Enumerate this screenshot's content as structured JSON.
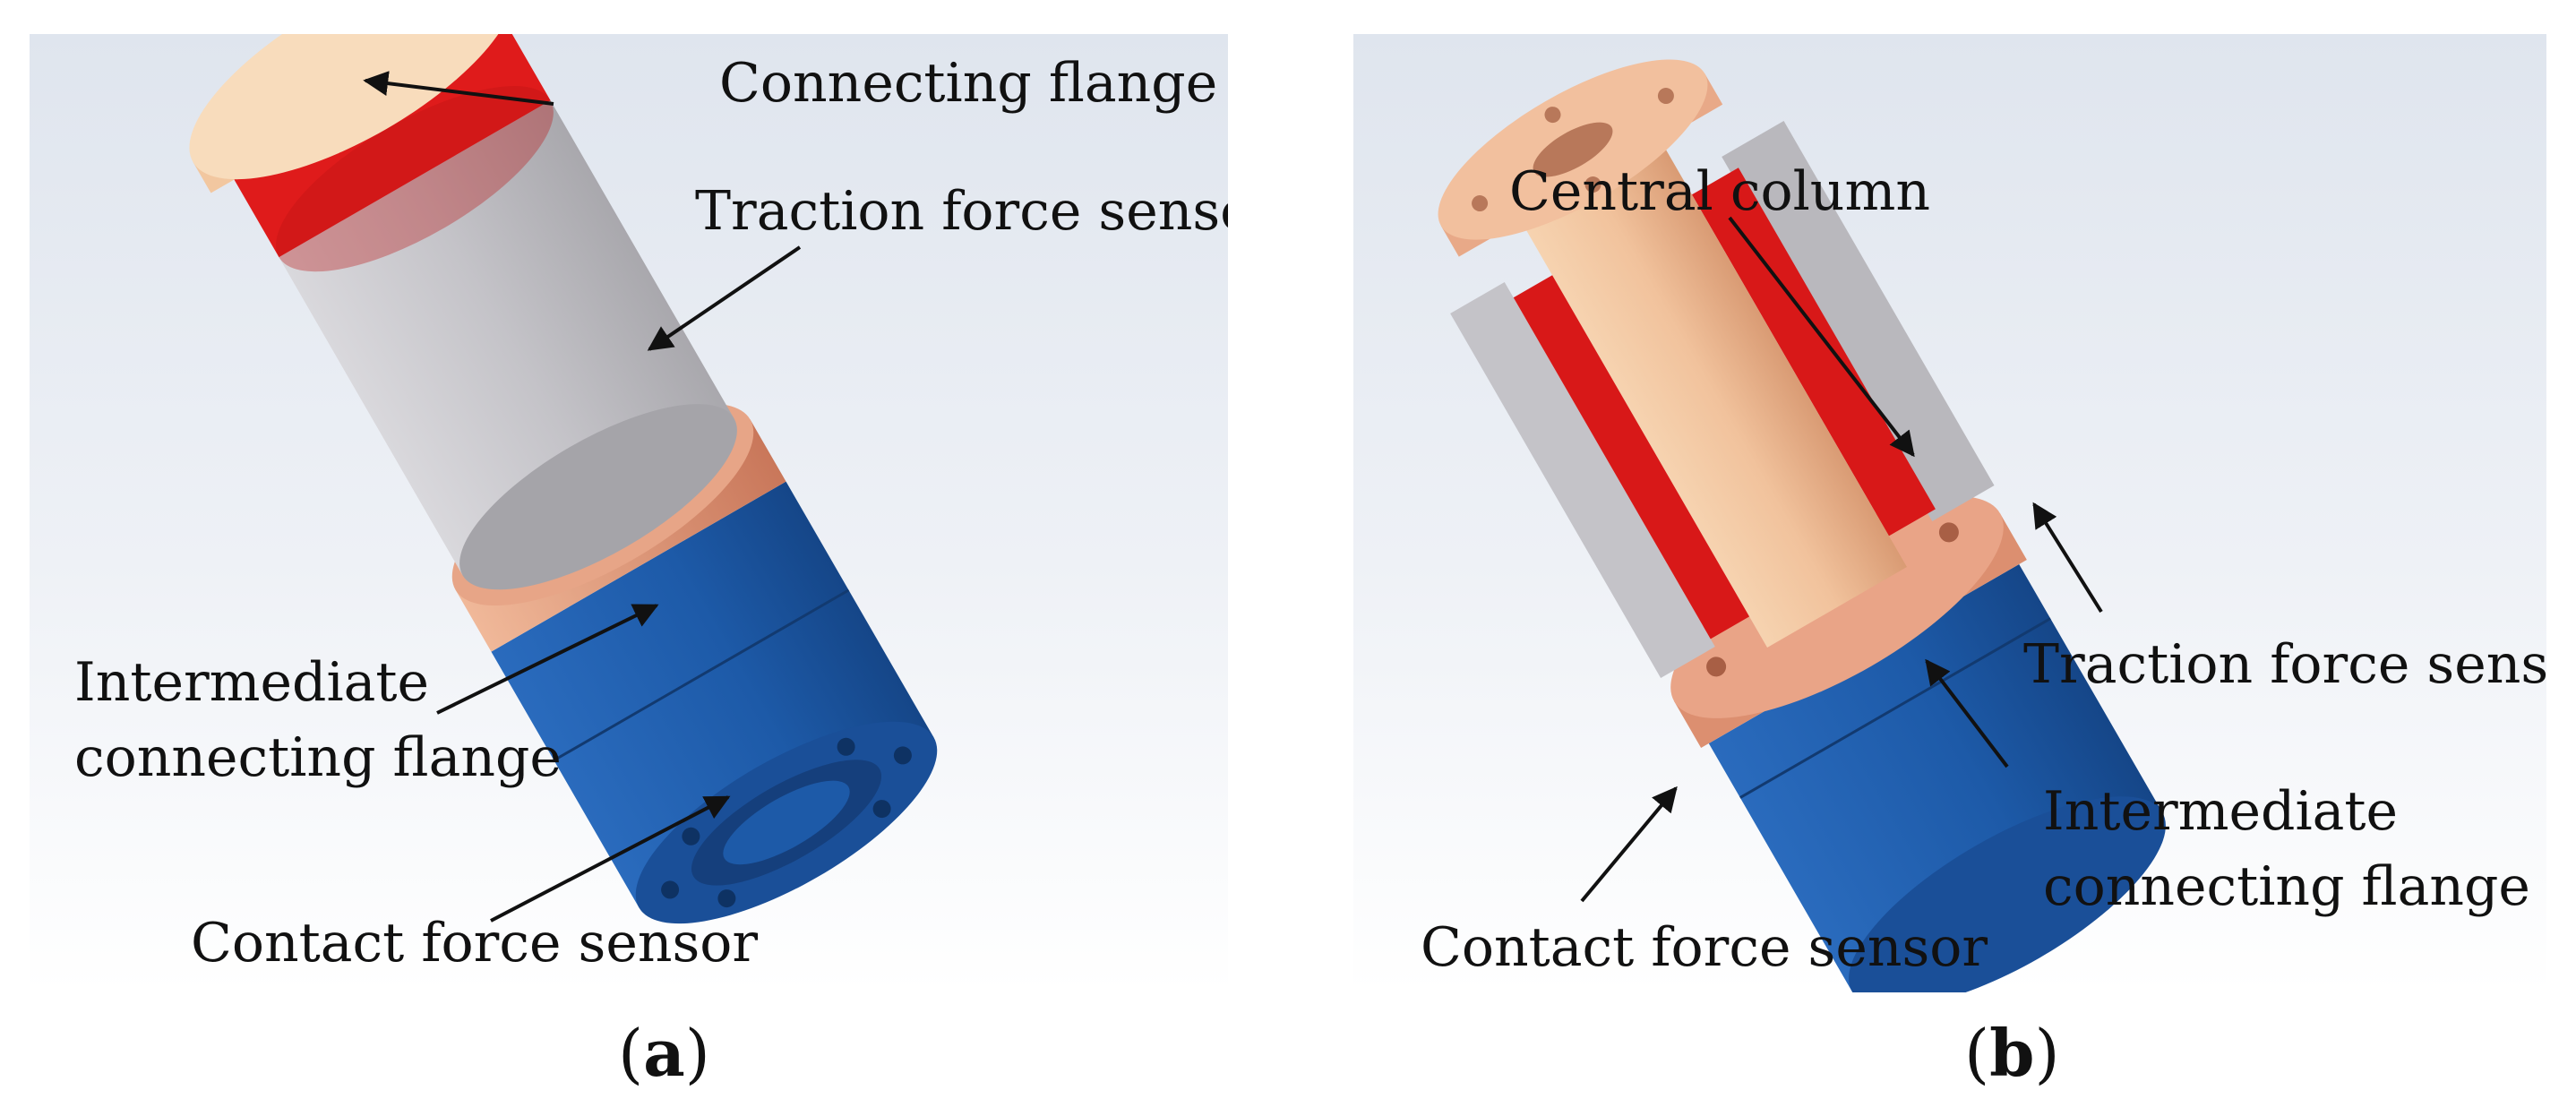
{
  "figure": {
    "panel_a": {
      "caption_letter": "a",
      "labels": {
        "connecting_flange": "Connecting flange",
        "traction_force_sensor": "Traction force sensor",
        "intermediate_line1": "Intermediate",
        "intermediate_line2": "connecting flange",
        "contact_force_sensor": "Contact force sensor"
      }
    },
    "panel_b": {
      "caption_letter": "b",
      "labels": {
        "central_column": "Central column",
        "traction_force_sensor": "Traction force sensor",
        "intermediate_line1": "Intermediate",
        "intermediate_line2": "connecting flange",
        "contact_force_sensor": "Contact force sensor"
      }
    },
    "colors": {
      "background_gradient_top": "#e3e8ef",
      "background_gradient_bottom": "#ffffff",
      "copper_flange": "#e8a98a",
      "light_flange": "#f4cfa8",
      "red_ring": "#e11b1b",
      "gray_sensor": "#c8c7cc",
      "blue_sensor": "#1f5fae"
    }
  }
}
